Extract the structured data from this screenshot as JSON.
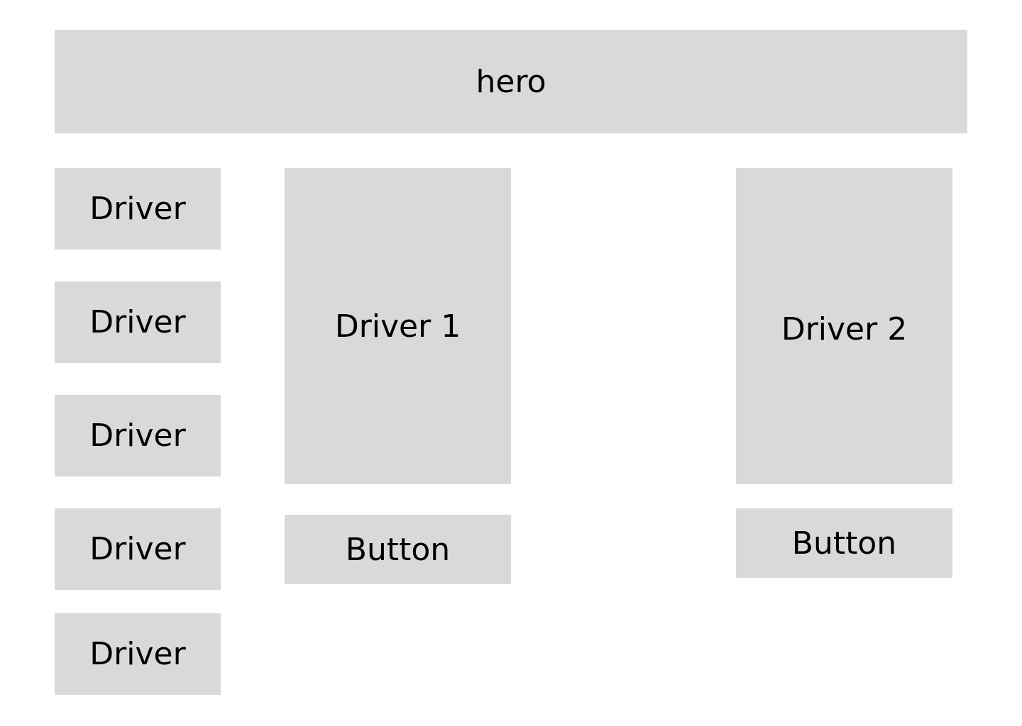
{
  "hero": {
    "label": "hero"
  },
  "sidebar": {
    "items": [
      {
        "label": "Driver"
      },
      {
        "label": "Driver"
      },
      {
        "label": "Driver"
      },
      {
        "label": "Driver"
      },
      {
        "label": "Driver"
      }
    ]
  },
  "cards": [
    {
      "title": "Driver 1",
      "button_label": "Button"
    },
    {
      "title": "Driver 2",
      "button_label": "Button"
    }
  ],
  "colors": {
    "placeholder_fill": "#d9d9d9",
    "background": "#ffffff",
    "text": "#000000"
  }
}
